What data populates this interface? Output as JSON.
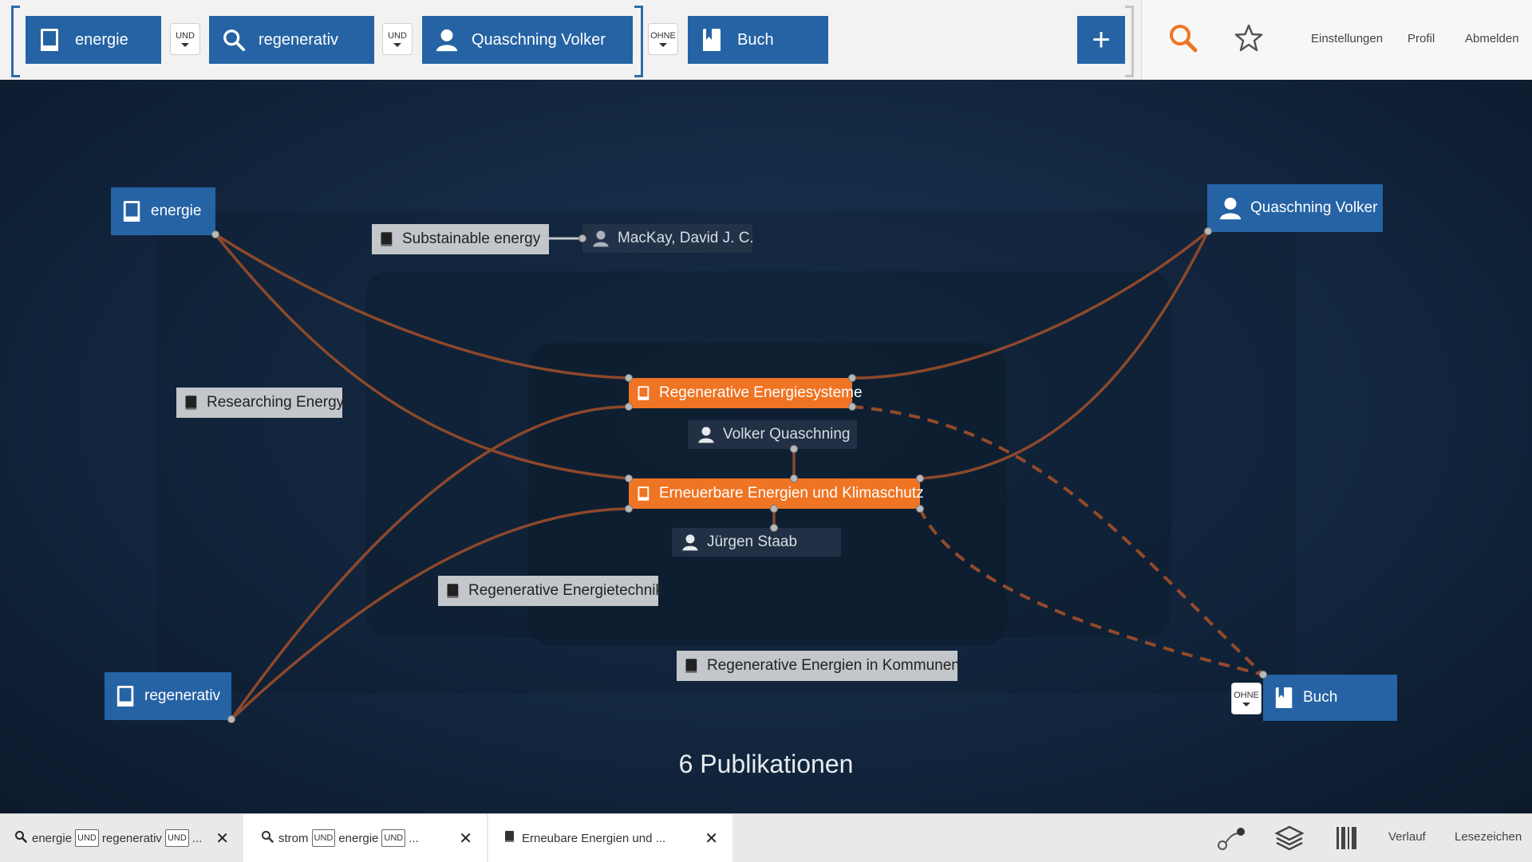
{
  "search_bar": {
    "chips": [
      {
        "label": "energie",
        "type": "book"
      },
      {
        "label": "regenerativ",
        "type": "search"
      },
      {
        "label": "Quaschning Volker",
        "type": "person"
      },
      {
        "label": "Buch",
        "type": "bookmark-book"
      }
    ],
    "operators": [
      "UND",
      "UND",
      "OHNE"
    ],
    "add_label": "+"
  },
  "top_nav": {
    "links": [
      "Einstellungen",
      "Profil",
      "Abmelden"
    ],
    "icons": [
      "search-icon",
      "star-icon"
    ]
  },
  "graph": {
    "facets": {
      "energie": "energie",
      "quaschning": "Quaschning Volker",
      "regenerativ": "regenerativ",
      "buch": "Buch",
      "buch_operator": "OHNE"
    },
    "results": {
      "regenerative_energiesysteme": "Regenerative Energiesysteme",
      "erneuerbare_energien": "Erneuerbare Energien und Klimaschutz"
    },
    "persons": {
      "volker_quaschning": "Volker Quaschning",
      "juergen_staab": "Jürgen Staab",
      "mackay": "MacKay, David J. C."
    },
    "other_books": {
      "substainable": "Substainable energy",
      "researching": "Researching Energy",
      "energietechnik": "Regenerative Energietechnik",
      "kommunen": "Regenerative Energien in Kommunen"
    },
    "colors": {
      "facet": "#2563a4",
      "result": "#ef7423",
      "inactive_book": "#c3c6ca",
      "edge": "#a0502a"
    }
  },
  "publication_count": "6 Publikationen",
  "bottom_bar": {
    "tabs": [
      {
        "terms": [
          "energie",
          "regenerativ"
        ],
        "operators": [
          "UND",
          "UND"
        ],
        "ellipsis": "..."
      },
      {
        "terms": [
          "strom",
          "energie"
        ],
        "operators": [
          "UND",
          "UND"
        ],
        "ellipsis": "..."
      },
      {
        "title": "Erneubare Energien und ..."
      }
    ],
    "links": [
      "Verlauf",
      "Lesezeichen"
    ],
    "icons": [
      "graph-icon",
      "layers-icon",
      "barcode-icon"
    ]
  }
}
